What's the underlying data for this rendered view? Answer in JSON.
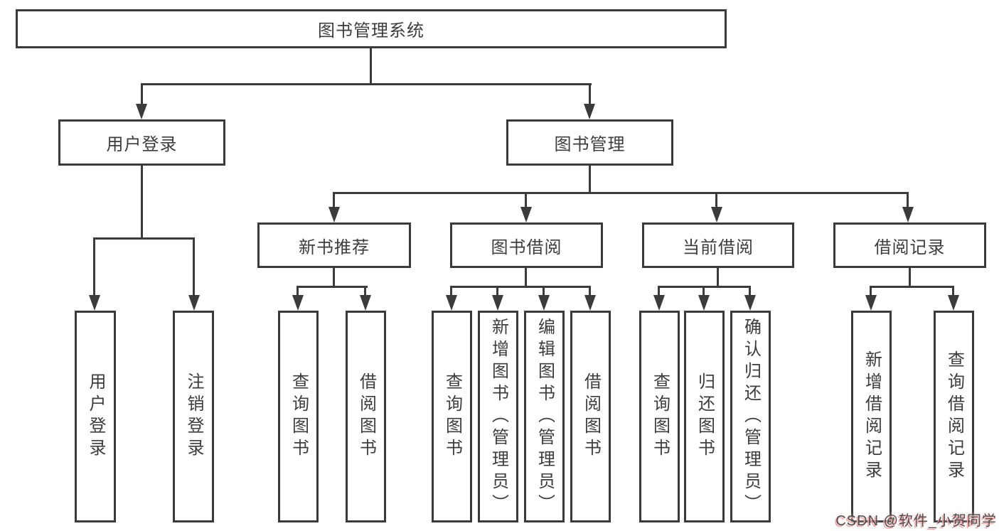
{
  "colors": {
    "line": "#3b3b3b",
    "box_border": "#3b3b3b",
    "text": "#3d3d3d",
    "background": "#ffffff",
    "watermark_text": "#4f4f4f",
    "watermark_accent": "#f2a6a6"
  },
  "diagram": {
    "root": {
      "label": "图书管理系统"
    },
    "branches": [
      {
        "label": "用户登录",
        "children": [
          {
            "label": "用户登录"
          },
          {
            "label": "注销登录"
          }
        ]
      },
      {
        "label": "图书管理",
        "children": [
          {
            "label": "新书推荐",
            "children": [
              {
                "label": "查询图书"
              },
              {
                "label": "借阅图书"
              }
            ]
          },
          {
            "label": "图书借阅",
            "children": [
              {
                "label": "查询图书"
              },
              {
                "label": "新增图书（管理员）"
              },
              {
                "label": "编辑图书（管理员）"
              },
              {
                "label": "借阅图书"
              }
            ]
          },
          {
            "label": "当前借阅",
            "children": [
              {
                "label": "查询图书"
              },
              {
                "label": "归还图书"
              },
              {
                "label": "确认归还（管理员）"
              }
            ]
          },
          {
            "label": "借阅记录",
            "children": [
              {
                "label": "新增借阅记录"
              },
              {
                "label": "查询借阅记录"
              }
            ]
          }
        ]
      }
    ]
  },
  "watermark": {
    "text": "CSDN @软件_小贺同学"
  }
}
